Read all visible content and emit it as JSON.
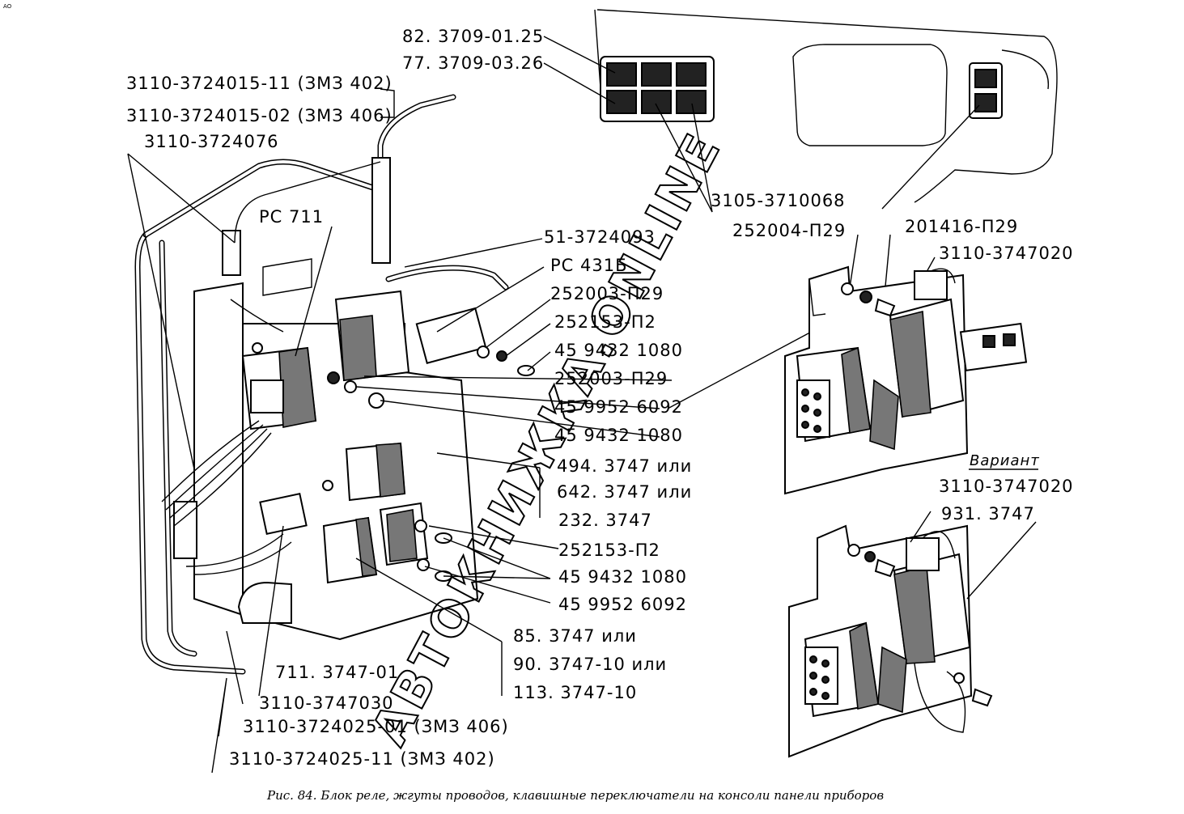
{
  "labels": {
    "sw_82": "82. 3709-01.25",
    "sw_77": "77. 3709-03.26",
    "harness_402": "3110-3724015-11 (ЗМЗ 402)",
    "harness_406": "3110-3724015-02 (ЗМЗ 406)",
    "h_3724076": "3110-3724076",
    "rs711": "РС 711",
    "h_51": "51-3724093",
    "rs431": "РС 431Б",
    "w_252003_a": "252003-П29",
    "w_252153_a": "252153-П2",
    "s_459432_a": "45 9432 1080",
    "w_252003_b": "252003-П29",
    "n_459952_a": "45 9952 6092",
    "s_459432_b": "45 9432 1080",
    "r_494": "494. 3747 или",
    "r_642": "642. 3747 или",
    "r_232": "232. 3747",
    "w_252153_b": "252153-П2",
    "s_459432_c": "45 9432 1080",
    "n_459952_b": "45 9952 6092",
    "r_85": "85. 3747 или",
    "r_90": "90. 3747-10 или",
    "r_113": "113. 3747-10",
    "r_711": "711. 3747-01",
    "p_3747030": "3110-3747030",
    "h_25_01": "3110-3724025-01 (ЗМЗ 406)",
    "h_25_11": "3110-3724025-11 (ЗМЗ 402)",
    "sw_3105": "3105-3710068",
    "w_252004": "252004-П29",
    "b_201416": "201416-П29",
    "r_3747020_a": "3110-3747020",
    "variant": "Вариант",
    "r_3747020_b": "3110-3747020",
    "r_931": "931. 3747"
  },
  "caption": "Рис. 84. Блок реле, жгуты проводов, клавишные переключатели на консоли панели приборов",
  "watermark": "АВТОКНИЖКА.ONLINE",
  "corner_mark": "АО"
}
